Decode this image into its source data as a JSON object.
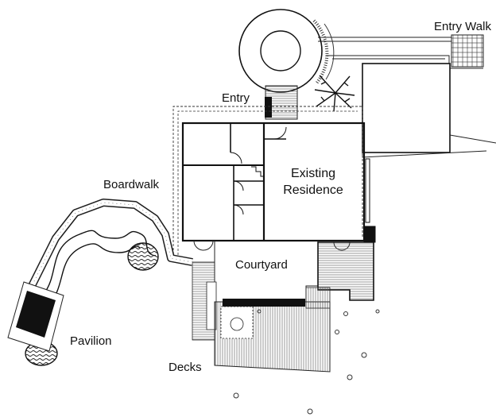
{
  "labels": {
    "entry_walk": "Entry Walk",
    "entry": "Entry",
    "existing_residence_line1": "Existing",
    "existing_residence_line2": "Residence",
    "boardwalk": "Boardwalk",
    "courtyard": "Courtyard",
    "pavilion": "Pavilion",
    "decks": "Decks"
  }
}
